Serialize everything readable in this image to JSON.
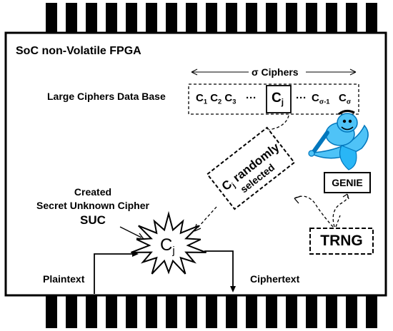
{
  "title": "SoC non-Volatile FPGA",
  "sigma_label": "σ Ciphers",
  "database_label": "Large Ciphers Data Base",
  "cipher_list": {
    "c1": "C",
    "c1_sub": "1",
    "c2": "C",
    "c2_sub": "2",
    "c3": "C",
    "c3_sub": "3",
    "dots1": "···",
    "cj": "C",
    "cj_sub": "j",
    "dots2": "···",
    "csm1": "C",
    "csm1_sub": "σ-1",
    "cs": "C",
    "cs_sub": "σ"
  },
  "selection_box": {
    "c": "C",
    "sub": "j",
    "line1": "randomly",
    "line2": "selected"
  },
  "genie_label": "GENIE",
  "trng_label": "TRNG",
  "suc_lines": [
    "Created",
    "Secret Unknown Cipher",
    "SUC"
  ],
  "star_cipher": {
    "c": "C",
    "sub": "j"
  },
  "plaintext_label": "Plaintext",
  "ciphertext_label": "Ciphertext",
  "colors": {
    "genie_body": "#4fc3f7",
    "genie_dark": "#0277bd",
    "stroke": "#000000"
  }
}
